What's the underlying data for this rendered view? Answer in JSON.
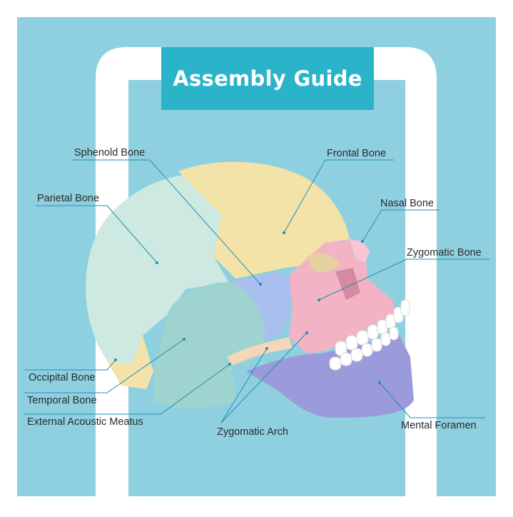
{
  "title": "Assembly Guide",
  "colors": {
    "background": "#8fd0e0",
    "frame": "#ffffff",
    "title_box": "#2bb3c9",
    "leader_line": "#1f8fb0",
    "parietal": "#cde9e2",
    "frontal": "#f3e3a8",
    "sphenoid": "#a9bff0",
    "temporal": "#9fd3cf",
    "zygomatic": "#f2b3c4",
    "mandible": "#9b9bdc",
    "occipital": "#f3e3a8",
    "teeth": "#ffffff"
  },
  "labels": {
    "sphenoid": "Sphenold Bone",
    "frontal": "Frontal Bone",
    "parietal": "Parietal Bone",
    "nasal": "Nasal Bone",
    "zygomatic_bone": "Zygomatic Bone",
    "occipital": "Occipital Bone",
    "temporal": "Temporal Bone",
    "acoustic": "External Acoustic Meatus",
    "zygomatic_arch": "Zygomatic Arch",
    "mental": "Mental Foramen"
  }
}
